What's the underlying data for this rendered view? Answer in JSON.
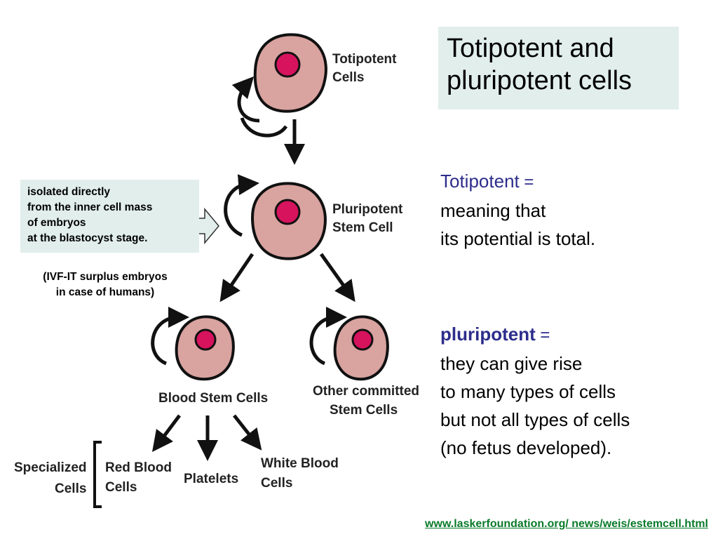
{
  "title": {
    "line1": "Totipotent and",
    "line2": "pluripotent cells"
  },
  "diagram": {
    "totipotent_label": [
      "Totipotent",
      "Cells"
    ],
    "pluripotent_label": [
      "Pluripotent",
      "Stem Cell"
    ],
    "blood_label": "Blood Stem Cells",
    "other_label": [
      "Other committed",
      "Stem Cells"
    ],
    "specialized_label": [
      "Specialized",
      "Cells"
    ],
    "red_label": [
      "Red Blood",
      "Cells"
    ],
    "platelets_label": "Platelets",
    "white_label": [
      "White Blood",
      "Cells"
    ],
    "colors": {
      "cell_fill": "#d9a3a0",
      "nucleus_fill": "#d6135c",
      "outline": "#111111"
    }
  },
  "info_box": {
    "lines": [
      "isolated directly",
      "from the inner cell mass",
      "of embryos",
      "at the blastocyst stage."
    ]
  },
  "ivf_note": {
    "line1": "(IVF-IT surplus embryos",
    "line2": "in case of humans)"
  },
  "totipotent_def": {
    "term": "Totipotent",
    "eq": " =",
    "line1": "meaning that",
    "line2": "its potential is total."
  },
  "pluripotent_def": {
    "term": "pluripotent",
    "eq": " =",
    "line1": " they can give rise",
    "line2": "to many types of cells",
    "line3": "but not all types of cells",
    "line4": "(no fetus developed)."
  },
  "source": "www.laskerfoundation.org/ news/weis/estemcell.html"
}
